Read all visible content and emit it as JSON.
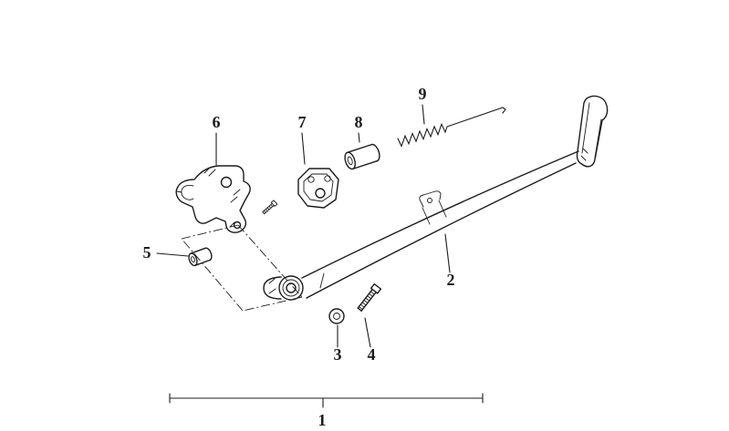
{
  "diagram": {
    "background_color": "#ffffff",
    "line_color": "#1c1c1c",
    "part_labels": {
      "n1": "1",
      "n2": "2",
      "n3": "3",
      "n4": "4",
      "n5": "5",
      "n6": "6",
      "n7": "7",
      "n8": "8",
      "n9": "9"
    }
  }
}
